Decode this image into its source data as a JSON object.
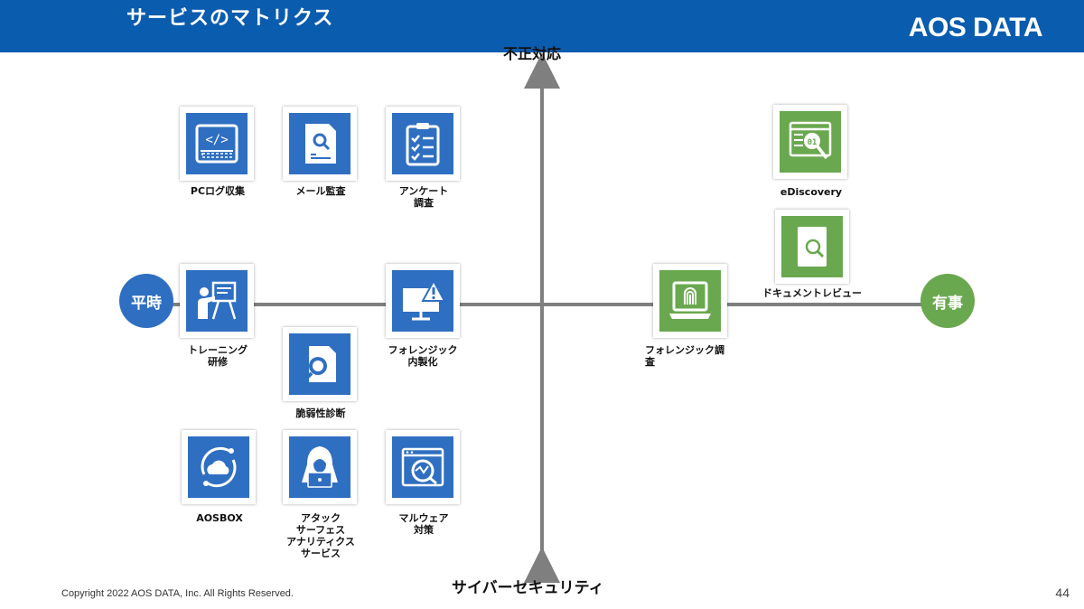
{
  "header": {
    "title": "サービスのマトリクス",
    "logo": "AOS DATA"
  },
  "axes": {
    "top": "不正対応",
    "bottom": "サイバーセキュリティ",
    "left": "平時",
    "right": "有事"
  },
  "tiles": [
    {
      "label": "PCログ収集",
      "icon": "code-monitor-icon"
    },
    {
      "label": "メール監査",
      "icon": "document-search-icon"
    },
    {
      "label": "アンケート\n調査",
      "icon": "clipboard-checklist-icon"
    },
    {
      "label": "eDiscovery",
      "icon": "data-browser-search-icon"
    },
    {
      "label": "ドキュメントレビュー",
      "icon": "document-magnifier-icon"
    },
    {
      "label": "トレーニング\n研修",
      "icon": "presentation-trainer-icon"
    },
    {
      "label": "フォレンジック\n内製化",
      "icon": "monitor-warning-icon"
    },
    {
      "label": "フォレンジック調\n査",
      "icon": "laptop-fingerprint-icon"
    },
    {
      "label": "脆弱性診断",
      "icon": "vulnerability-scan-icon"
    },
    {
      "label": "AOSBOX",
      "icon": "cloud-sync-icon"
    },
    {
      "label": "アタック\nサーフェス\nアナリティクス\nサービス",
      "icon": "hacker-laptop-icon"
    },
    {
      "label": "マルウェア\n対策",
      "icon": "malware-bug-icon"
    }
  ],
  "footer": {
    "copyright": "Copyright 2022 AOS DATA, Inc. All Rights Reserved.",
    "page": "44"
  }
}
